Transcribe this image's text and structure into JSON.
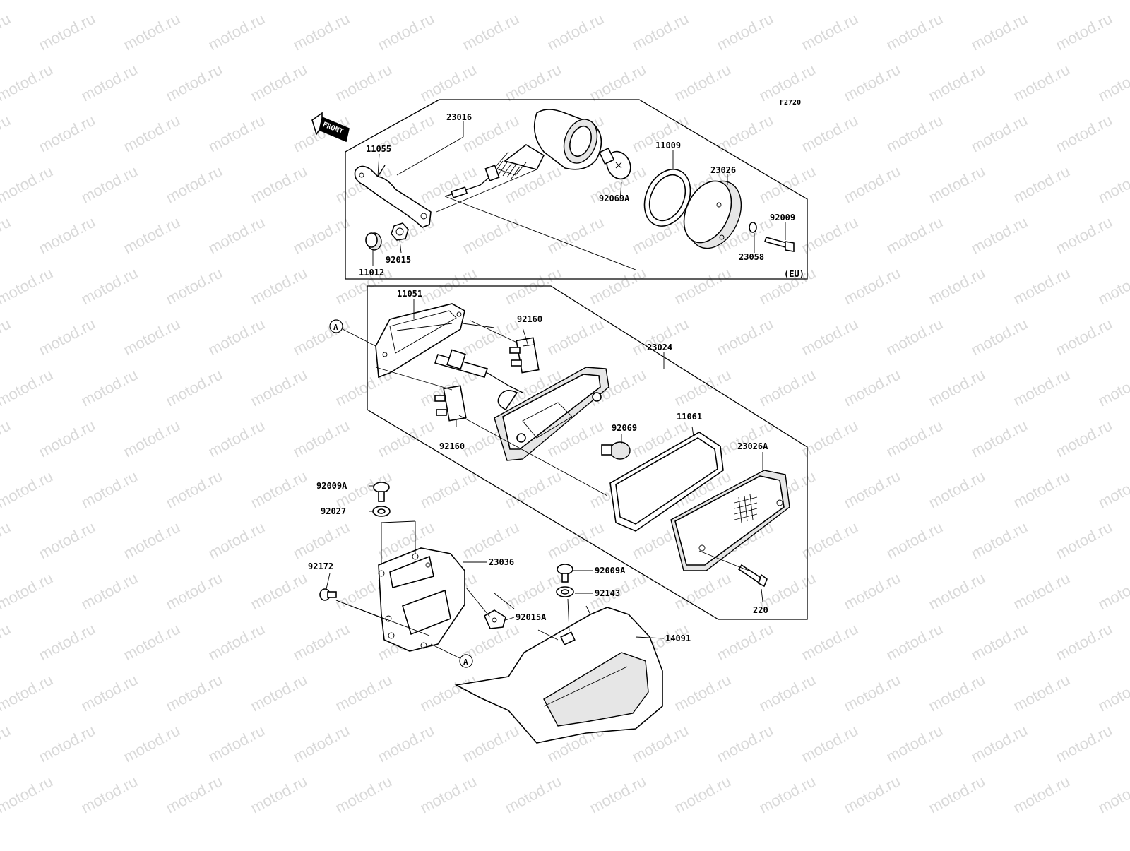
{
  "diagram": {
    "code": "F2720",
    "front_label": "FRONT",
    "region_label": "(EU)",
    "watermark": "motod.ru",
    "callout_a": "A",
    "labels": {
      "p23016": "23016",
      "p11055": "11055",
      "p11009": "11009",
      "p23026": "23026",
      "p92069A": "92069A",
      "p92009": "92009",
      "p23058": "23058",
      "p92015": "92015",
      "p11012": "11012",
      "p11051": "11051",
      "p92160_top": "92160",
      "p23024": "23024",
      "p92069": "92069",
      "p92160_bottom": "92160",
      "p11061": "11061",
      "p23026A": "23026A",
      "p92009A_left": "92009A",
      "p92027": "92027",
      "p23036": "23036",
      "p92172": "92172",
      "p92009A_right": "92009A",
      "p92143": "92143",
      "p92015A": "92015A",
      "p14091": "14091",
      "p220": "220"
    }
  }
}
